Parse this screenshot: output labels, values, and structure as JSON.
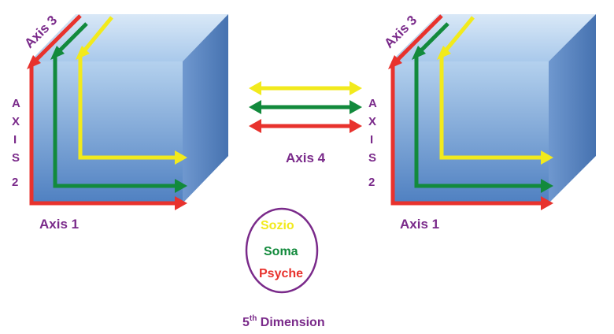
{
  "labels": {
    "axis1": "Axis 1",
    "axis2_letters": [
      "A",
      "X",
      "I",
      "S",
      "2"
    ],
    "axis3": "Axis 3",
    "axis4": "Axis 4",
    "dimension_base": "5",
    "dimension_sup": "th",
    "dimension_rest": " Dimension"
  },
  "circle": {
    "items": [
      "Sozio",
      "Soma",
      "Psyche"
    ]
  },
  "colors": {
    "label": "#7a2a8a",
    "red": "#e8322d",
    "green": "#128a3c",
    "yellow": "#f2ea1c",
    "cube_front_top": "#aecdec",
    "cube_front_bottom": "#4d7fc0",
    "cube_top": "#c9ddf3",
    "cube_side": "#5b86c1",
    "circle_stroke": "#7a2a8a"
  },
  "icons": [
    "double-arrow-icon",
    "l-arrow-icon"
  ]
}
